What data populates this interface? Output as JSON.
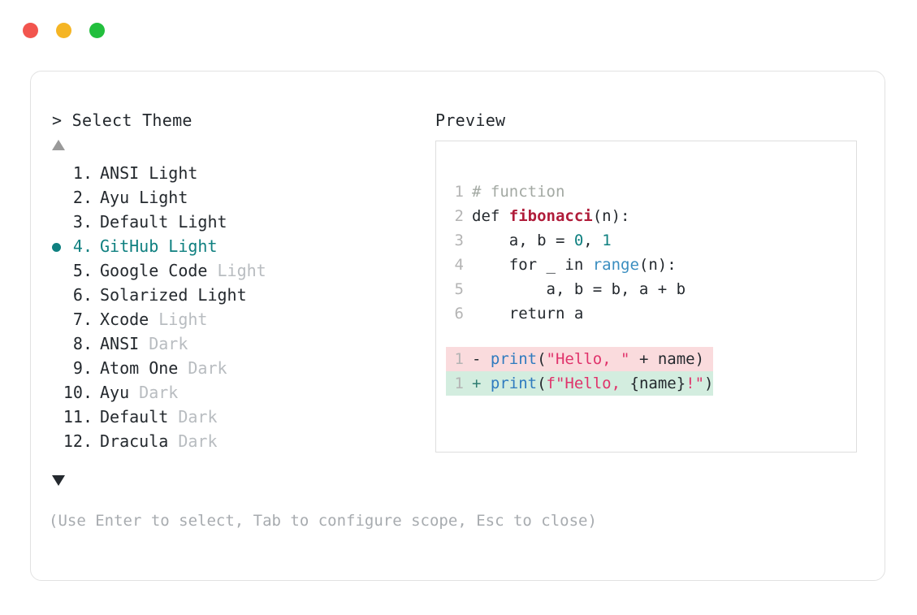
{
  "window": {
    "dots": [
      {
        "name": "close-dot",
        "color": "#f2554e"
      },
      {
        "name": "minimize-dot",
        "color": "#f5b524"
      },
      {
        "name": "maximize-dot",
        "color": "#22bf3d"
      }
    ]
  },
  "headers": {
    "select_theme": "> Select Theme",
    "preview": "Preview"
  },
  "scroll": {
    "up_arrow": "▲",
    "down_arrow": "▼"
  },
  "accent": {
    "selected": "#0f8080",
    "dim": "#b8bcc0"
  },
  "themes": [
    {
      "num": "1.",
      "name": "ANSI",
      "suffix": "Light",
      "dim": false,
      "selected": false
    },
    {
      "num": "2.",
      "name": "Ayu",
      "suffix": "Light",
      "dim": false,
      "selected": false
    },
    {
      "num": "3.",
      "name": "Default",
      "suffix": "Light",
      "dim": false,
      "selected": false
    },
    {
      "num": "4.",
      "name": "GitHub",
      "suffix": "Light",
      "dim": false,
      "selected": true
    },
    {
      "num": "5.",
      "name": "Google Code",
      "suffix": "Light",
      "dim": true,
      "selected": false
    },
    {
      "num": "6.",
      "name": "Solarized",
      "suffix": "Light",
      "dim": false,
      "selected": false
    },
    {
      "num": "7.",
      "name": "Xcode",
      "suffix": "Light",
      "dim": true,
      "selected": false
    },
    {
      "num": "8.",
      "name": "ANSI",
      "suffix": "Dark",
      "dim": true,
      "selected": false
    },
    {
      "num": "9.",
      "name": "Atom One",
      "suffix": "Dark",
      "dim": true,
      "selected": false
    },
    {
      "num": "10.",
      "name": "Ayu",
      "suffix": "Dark",
      "dim": true,
      "selected": false
    },
    {
      "num": "11.",
      "name": "Default",
      "suffix": "Dark",
      "dim": true,
      "selected": false
    },
    {
      "num": "12.",
      "name": "Dracula",
      "suffix": "Dark",
      "dim": true,
      "selected": false
    }
  ],
  "hint": "(Use Enter to select, Tab to configure scope, Esc to close)",
  "preview_code": {
    "lines": [
      {
        "n": "1",
        "tokens": [
          {
            "t": "# function",
            "c": "s-comment"
          }
        ]
      },
      {
        "n": "2",
        "tokens": [
          {
            "t": "def ",
            "c": "s-kw"
          },
          {
            "t": "fibonacci",
            "c": "s-fn"
          },
          {
            "t": "(n):",
            "c": "s-plain"
          }
        ]
      },
      {
        "n": "3",
        "tokens": [
          {
            "t": "    a, b = ",
            "c": "s-plain"
          },
          {
            "t": "0",
            "c": "s-num"
          },
          {
            "t": ", ",
            "c": "s-plain"
          },
          {
            "t": "1",
            "c": "s-num"
          }
        ]
      },
      {
        "n": "4",
        "tokens": [
          {
            "t": "    for _ in ",
            "c": "s-plain"
          },
          {
            "t": "range",
            "c": "s-builtin"
          },
          {
            "t": "(n):",
            "c": "s-plain"
          }
        ]
      },
      {
        "n": "5",
        "tokens": [
          {
            "t": "        a, b = b, a + b",
            "c": "s-plain"
          }
        ]
      },
      {
        "n": "6",
        "tokens": [
          {
            "t": "    return a",
            "c": "s-plain"
          }
        ]
      }
    ],
    "diff": [
      {
        "n": "1",
        "sign": "-",
        "kind": "del",
        "tokens": [
          {
            "t": "print",
            "c": "s-call"
          },
          {
            "t": "(",
            "c": "s-plain"
          },
          {
            "t": "\"Hello, \"",
            "c": "s-str"
          },
          {
            "t": " + name)",
            "c": "s-plain"
          }
        ]
      },
      {
        "n": "1",
        "sign": "+",
        "kind": "add",
        "tokens": [
          {
            "t": "print",
            "c": "s-call"
          },
          {
            "t": "(",
            "c": "s-plain"
          },
          {
            "t": "f\"Hello, ",
            "c": "s-str"
          },
          {
            "t": "{name}",
            "c": "s-plain"
          },
          {
            "t": "!\"",
            "c": "s-str"
          },
          {
            "t": ")",
            "c": "s-plain"
          }
        ]
      }
    ]
  }
}
